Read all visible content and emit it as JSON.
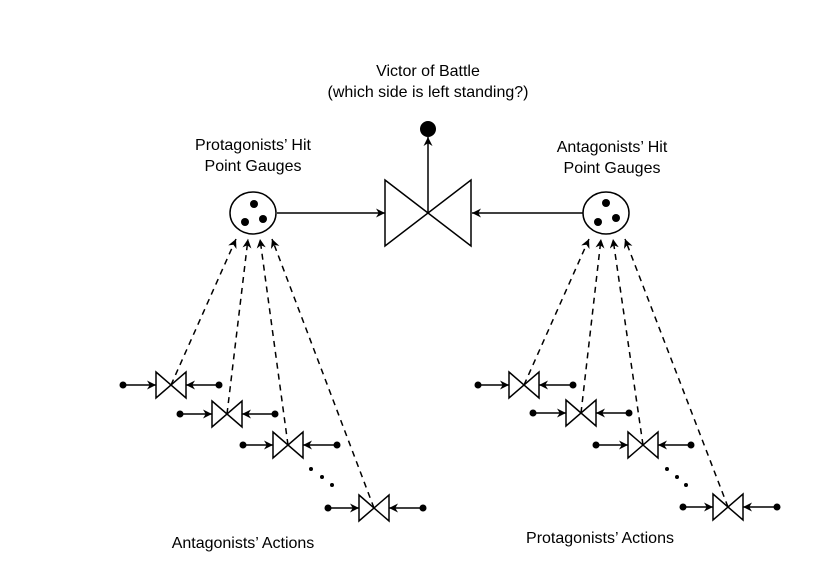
{
  "victor": {
    "line1": "Victor of Battle",
    "line2": "(which side is left standing?)"
  },
  "protagonists_gauge": {
    "line1": "Protagonists’ Hit",
    "line2": "Point Gauges"
  },
  "antagonists_gauge": {
    "line1": "Antagonists’ Hit",
    "line2": "Point Gauges"
  },
  "antagonists_actions": "Antagonists’ Actions",
  "protagonists_actions": "Protagonists’ Actions",
  "colors": {
    "stroke": "#000000",
    "background": "#ffffff"
  }
}
